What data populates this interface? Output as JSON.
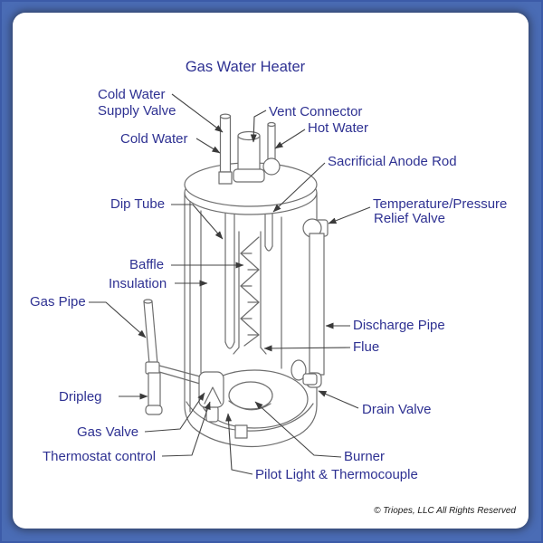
{
  "diagram": {
    "title": "Gas Water Heater",
    "labels": {
      "cold_water_supply_valve_1": "Cold Water",
      "cold_water_supply_valve_2": "Supply Valve",
      "vent_connector": "Vent Connector",
      "cold_water": "Cold Water",
      "hot_water": "Hot Water",
      "sacrificial_anode_rod": "Sacrificial Anode Rod",
      "tp_relief_valve_1": "Temperature/Pressure",
      "tp_relief_valve_2": "Relief Valve",
      "dip_tube": "Dip Tube",
      "baffle": "Baffle",
      "insulation": "Insulation",
      "gas_pipe": "Gas Pipe",
      "discharge_pipe": "Discharge Pipe",
      "flue": "Flue",
      "dripleg": "Dripleg",
      "drain_valve": "Drain Valve",
      "gas_valve": "Gas Valve",
      "thermostat_control": "Thermostat control",
      "burner": "Burner",
      "pilot_light_thermocouple": "Pilot Light & Thermocouple"
    },
    "colors": {
      "label_text": "#2e3192",
      "diagram_line": "#6e6e6e",
      "leader_line": "#444444",
      "frame_blue": "#4a6cb5",
      "card_background": "#ffffff",
      "copyright_text": "#1a1a1a"
    },
    "copyright": "© Triopes, LLC All Rights Reserved"
  }
}
